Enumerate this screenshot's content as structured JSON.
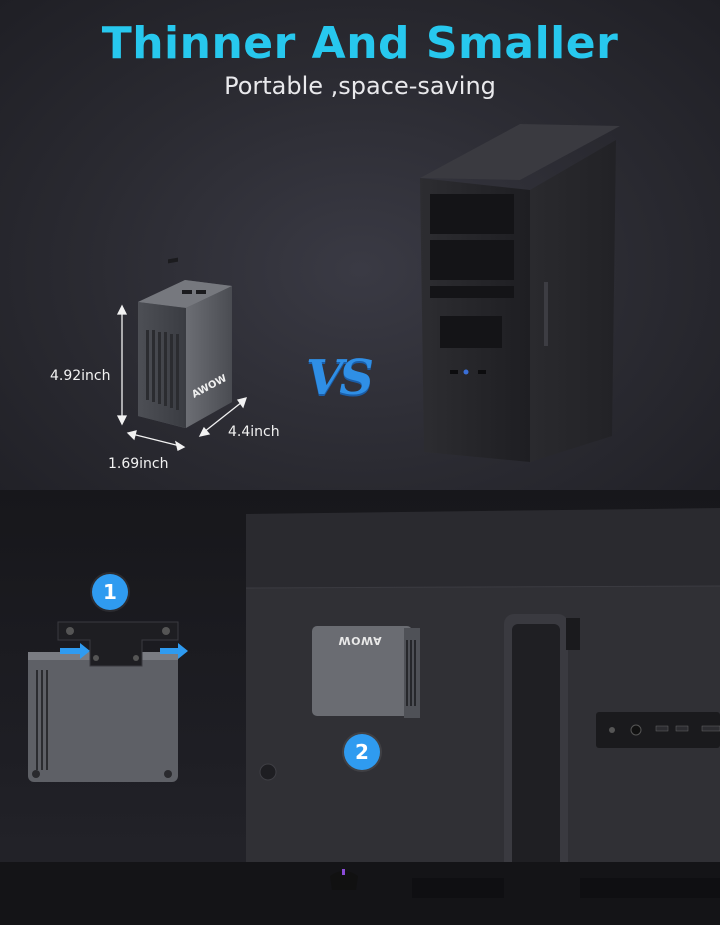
{
  "header": {
    "title": "Thinner And Smaller",
    "subtitle": "Portable ,space-saving"
  },
  "comparison": {
    "vs_label": "VS",
    "dimensions": {
      "height": "4.92inch",
      "length": "4.4inch",
      "width": "1.69inch"
    }
  },
  "steps": {
    "step1": "1",
    "step2": "2"
  },
  "brand": {
    "mini_pc_logo": "AWOW",
    "mounted_logo": "AWOW"
  },
  "colors": {
    "title": "#27c8ee",
    "badge": "#2f9bf0",
    "arrow": "#2f9bf0"
  }
}
